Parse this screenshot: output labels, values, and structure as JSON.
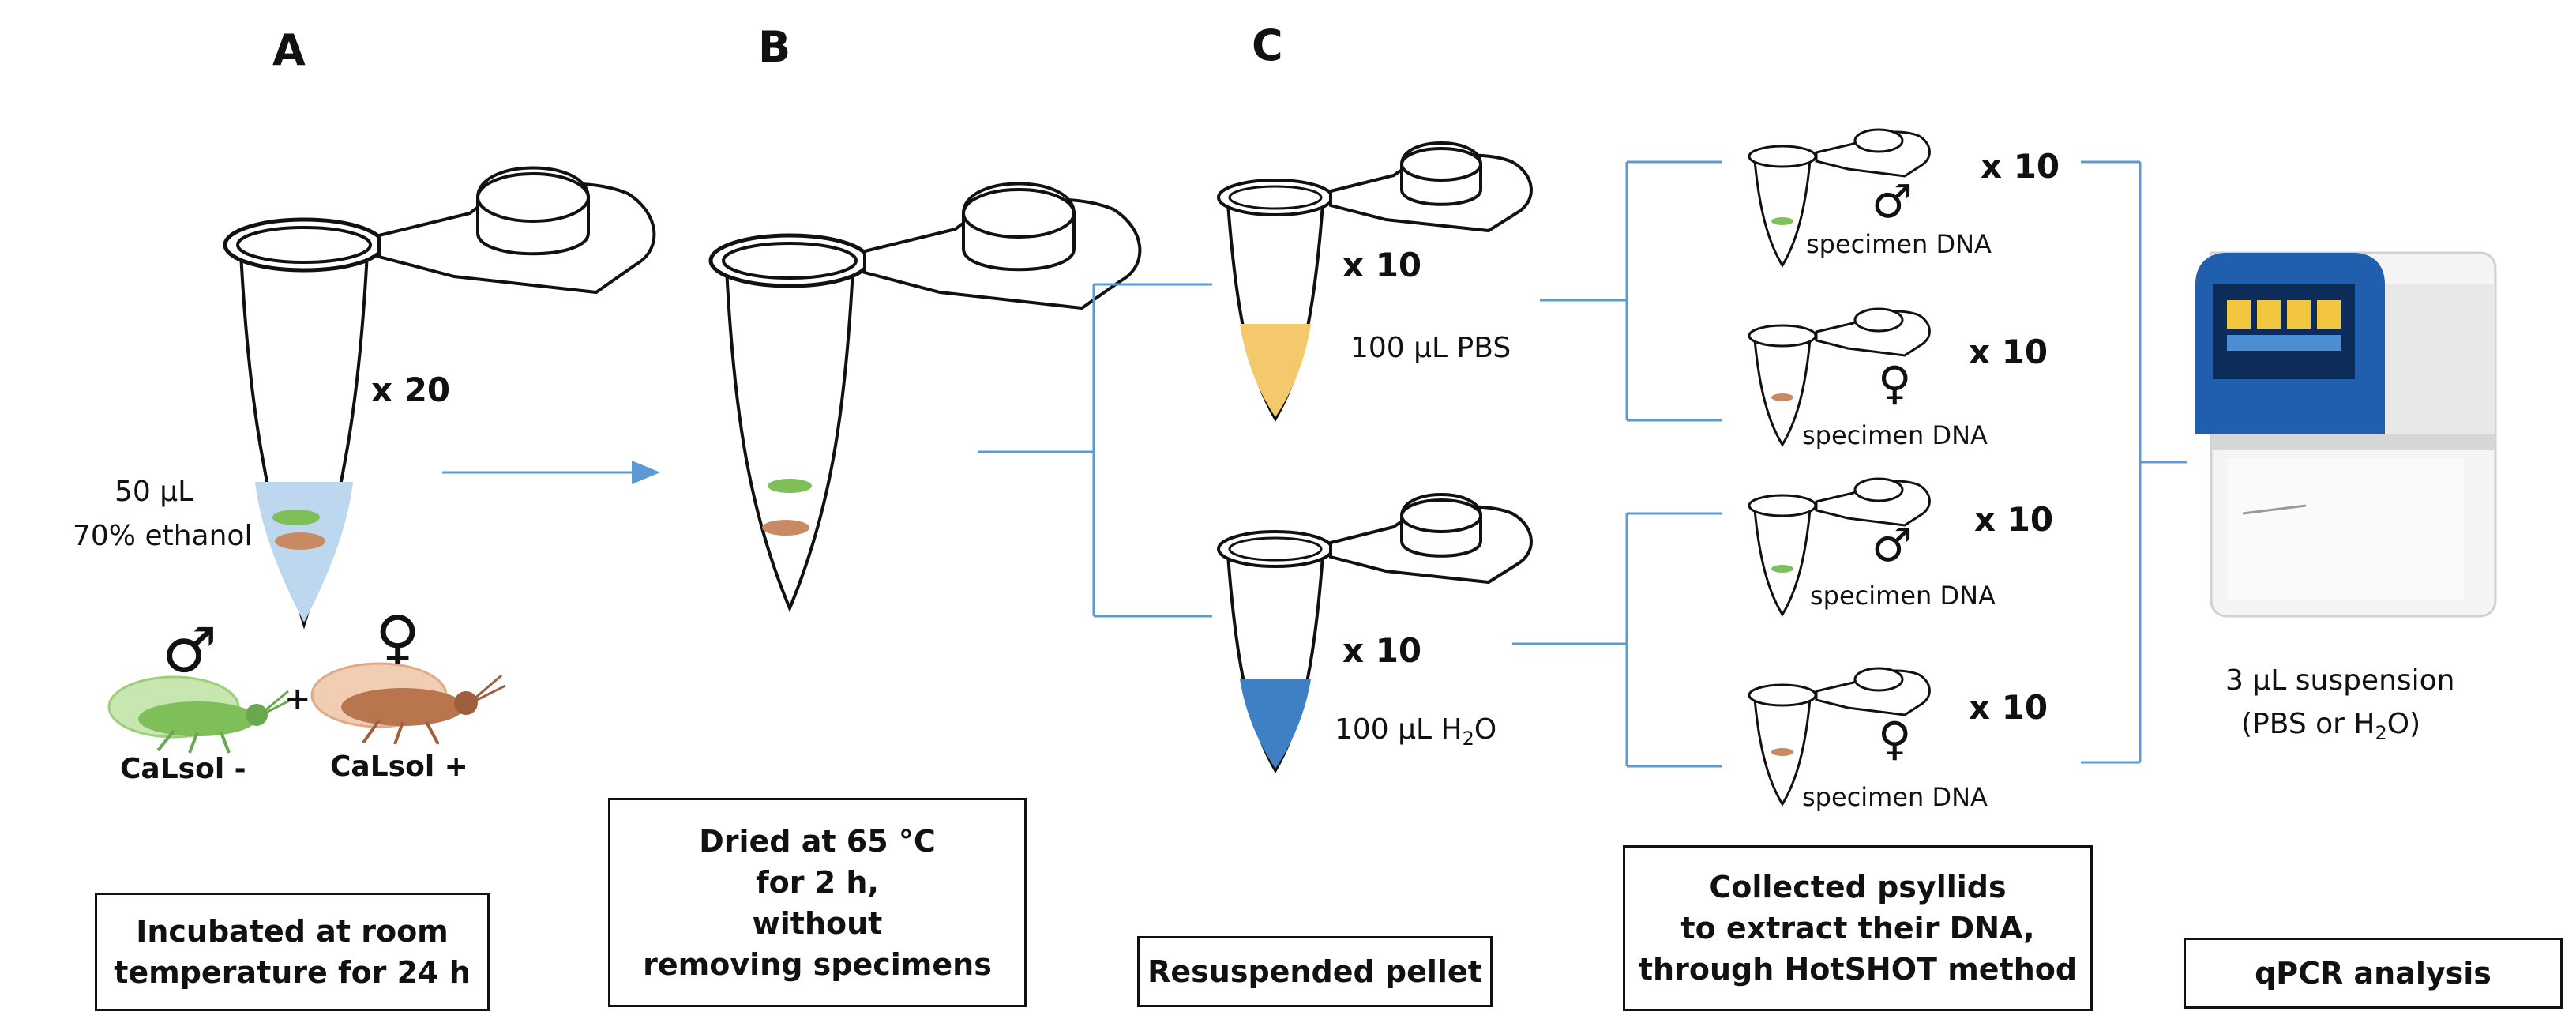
{
  "panels": {
    "a": "A",
    "b": "B",
    "c": "C"
  },
  "panel_a": {
    "multiplier": "x 20",
    "volume": "50 µL",
    "solution": "70% ethanol",
    "male_symbol": "♂",
    "female_symbol": "♀",
    "plus": "+",
    "male_label": "CaLsol -",
    "female_label": "CaLsol +",
    "caption_lines": [
      "Incubated at room",
      "temperature for 24 h"
    ]
  },
  "panel_b": {
    "caption_lines": [
      "Dried at 65 °C",
      "for 2 h,",
      "without",
      "removing specimens"
    ]
  },
  "panel_c": {
    "pbs_multiplier": "x 10",
    "pbs_volume": "100 µL PBS",
    "h2o_multiplier": "x 10",
    "h2o_volume": "100 µL H",
    "h2o_sub": "2",
    "h2o_tail": "O",
    "caption": "Resuspended pellet"
  },
  "extraction": {
    "rows": [
      {
        "symbol": "♂",
        "multiplier": "x 10",
        "label": "specimen DNA"
      },
      {
        "symbol": "♀",
        "multiplier": "x 10",
        "label": "specimen DNA"
      },
      {
        "symbol": "♂",
        "multiplier": "x 10",
        "label": "specimen DNA"
      },
      {
        "symbol": "♀",
        "multiplier": "x 10",
        "label": "specimen DNA"
      }
    ],
    "caption_lines": [
      "Collected psyllids",
      "to extract their DNA,",
      "through HotSHOT method"
    ]
  },
  "qpcr": {
    "suspension_line1": "3 µL suspension",
    "suspension_line2_a": "(PBS or H",
    "suspension_line2_sub": "2",
    "suspension_line2_b": "O)",
    "caption": "qPCR analysis"
  },
  "colors": {
    "connector": "#5b9bd5",
    "ethanol": "#bdd7ee",
    "pbs": "#f4c96b",
    "water": "#3f7fc4",
    "male_insect": "#7fbf5a",
    "female_insect": "#c98a63",
    "machine_blue": "#1f5fae"
  }
}
